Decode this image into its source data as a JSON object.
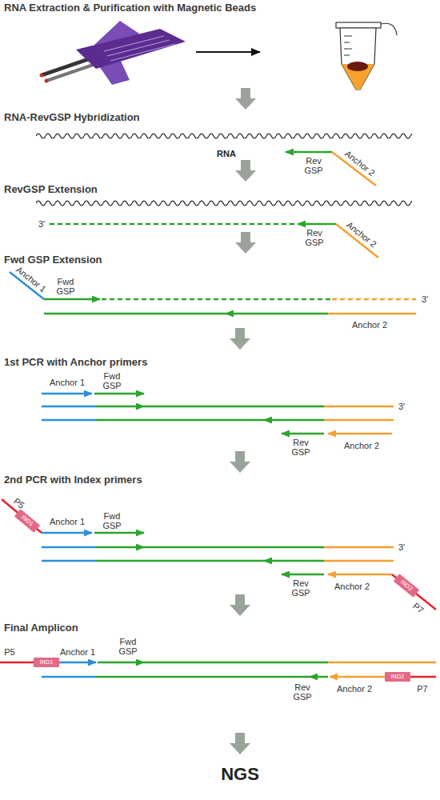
{
  "diagram": {
    "nodes": [
      {
        "text": [
          "IND1"
        ]
      },
      {
        "text": [
          "IND2"
        ]
      },
      {
        "text": [
          "IND1"
        ]
      },
      {
        "text": [
          "IND2"
        ]
      }
    ],
    "labels": [
      "RNA Extraction & Purification with Magnetic Beads",
      "RNA-RevGSP Hybridization",
      "RNA",
      "Rev GSP",
      "Anchor 2",
      "RevGSP Extension",
      "3′",
      "Rev GSP",
      "Anchor 2",
      "Fwd GSP Extension",
      "Anchor 1",
      "Fwd GSP",
      "3′",
      "Anchor 2",
      "1st PCR with Anchor primers",
      "Anchor 1",
      "Fwd GSP",
      "3′",
      "Rev GSP",
      "Anchor 2",
      "2nd PCR with Index primers",
      "P5",
      "Anchor 1",
      "Fwd GSP",
      "3′",
      "Rev GSP",
      "P7",
      "Anchor 2",
      "Final Amplicon",
      "P5",
      "Anchor 1",
      "Fwd GSP",
      "Rev GSP",
      "Anchor 2",
      "P7",
      "NGS"
    ]
  }
}
